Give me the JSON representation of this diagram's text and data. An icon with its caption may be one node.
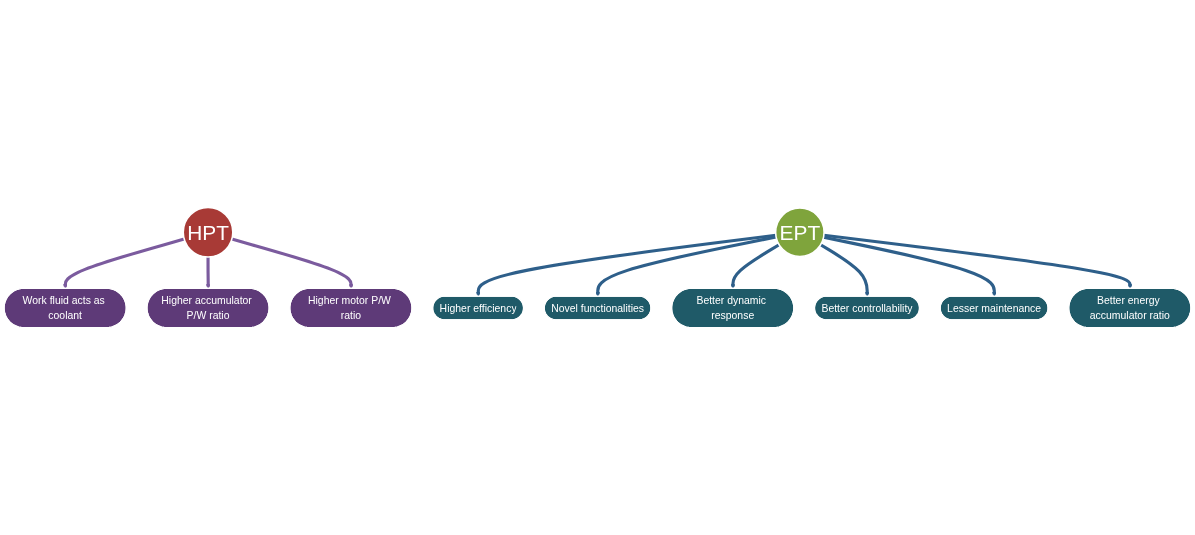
{
  "diagram": {
    "nodes": [
      {
        "text": [
          "HPT"
        ]
      },
      {
        "text": [
          "Work fluid acts as coolant"
        ]
      },
      {
        "text": [
          "Higher accumulator P/W ratio"
        ]
      },
      {
        "text": [
          "Higher motor P/W ratio"
        ]
      },
      {
        "text": [
          "EPT"
        ]
      },
      {
        "text": [
          "Higher efficiency"
        ]
      },
      {
        "text": [
          "Novel functionalities"
        ]
      },
      {
        "text": [
          "Better dynamic response"
        ]
      },
      {
        "text": [
          "Better controllability"
        ]
      },
      {
        "text": [
          "Lesser maintenance"
        ]
      },
      {
        "text": [
          "Better energy accumulator ratio"
        ]
      }
    ],
    "edges": [
      {
        "from": 0,
        "to": 1,
        "arrow": "to",
        "color": "#7b5b9e"
      },
      {
        "from": 0,
        "to": 2,
        "arrow": "to",
        "color": "#7b5b9e"
      },
      {
        "from": 0,
        "to": 3,
        "arrow": "to",
        "color": "#7b5b9e"
      },
      {
        "from": 4,
        "to": 5,
        "arrow": "to"
      },
      {
        "from": 4,
        "to": 6,
        "arrow": "to"
      },
      {
        "from": 4,
        "to": 7,
        "arrow": "to"
      },
      {
        "from": 4,
        "to": 8,
        "arrow": "to"
      },
      {
        "from": 4,
        "to": 9,
        "arrow": "to"
      },
      {
        "from": 4,
        "to": 10,
        "arrow": "to"
      }
    ]
  }
}
